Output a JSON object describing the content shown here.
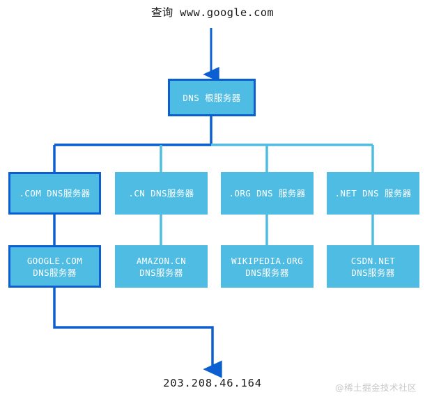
{
  "diagram": {
    "query_label": "查询 www.google.com",
    "result_label": "203.208.46.164",
    "watermark": "@稀土掘金技术社区",
    "colors": {
      "node_fill": "#4fbce3",
      "highlight_stroke": "#0b5fd0",
      "normal_stroke": "#4fbce3",
      "node_text": "#ffffff",
      "page_text": "#1a1a1a",
      "watermark_text": "#c8c8c8",
      "background": "#ffffff"
    },
    "root": {
      "label": "DNS 根服务器",
      "highlighted": true
    },
    "tld_level": [
      {
        "label": ".COM DNS服务器",
        "highlighted": true
      },
      {
        "label": ".CN DNS服务器",
        "highlighted": false
      },
      {
        "label": ".ORG DNS 服务器",
        "highlighted": false
      },
      {
        "label": ".NET DNS 服务器",
        "highlighted": false
      }
    ],
    "authoritative_level": [
      {
        "line1": "GOOGLE.COM",
        "line2": "DNS服务器",
        "highlighted": true
      },
      {
        "line1": "AMAZON.CN",
        "line2": "DNS服务器",
        "highlighted": false
      },
      {
        "line1": "WIKIPEDIA.ORG",
        "line2": "DNS服务器",
        "highlighted": false
      },
      {
        "line1": "CSDN.NET",
        "line2": "DNS服务器",
        "highlighted": false
      }
    ]
  }
}
